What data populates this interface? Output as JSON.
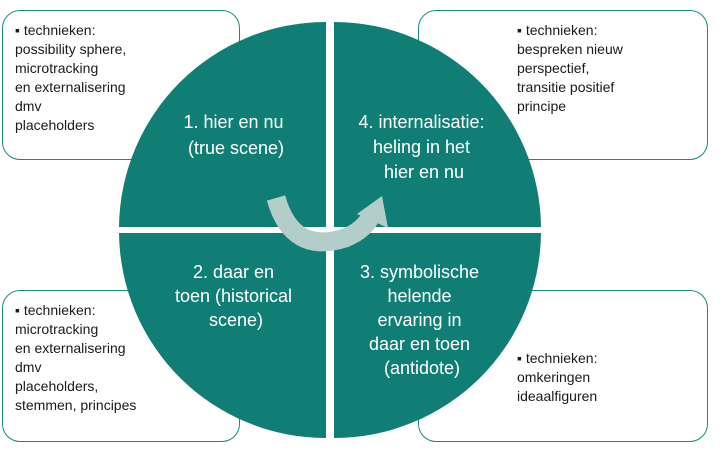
{
  "colors": {
    "quadrant": "#117e76",
    "box_border": "#1a8a7e",
    "arrow": "#b3cdca"
  },
  "quadrants": [
    {
      "label_lines": [
        "1. hier en nu",
        "(true scene)"
      ]
    },
    {
      "label_lines": [
        "4. internalisatie:",
        "heling in het",
        "hier en nu"
      ]
    },
    {
      "label_lines": [
        "2. daar en",
        "toen (historical",
        "scene)"
      ]
    },
    {
      "label_lines": [
        "3. symbolische",
        "helende",
        "ervaring in",
        "daar en toen",
        "(antidote)"
      ]
    }
  ],
  "boxes": [
    {
      "lines": [
        "▪ technieken:",
        "possibility sphere,",
        "microtracking",
        "en externalisering",
        "dmv",
        "placeholders"
      ]
    },
    {
      "lines": [
        "▪ technieken:",
        "bespreken nieuw",
        "perspectief,",
        "transitie positief",
        "principe"
      ]
    },
    {
      "lines": [
        "▪ technieken:",
        "microtracking",
        "en externalisering",
        "dmv",
        "placeholders,",
        "stemmen, principes"
      ]
    },
    {
      "lines": [
        "▪ technieken:",
        "omkeringen",
        "ideaalfiguren"
      ]
    }
  ],
  "arrow_icon": "curved-arrow-icon"
}
